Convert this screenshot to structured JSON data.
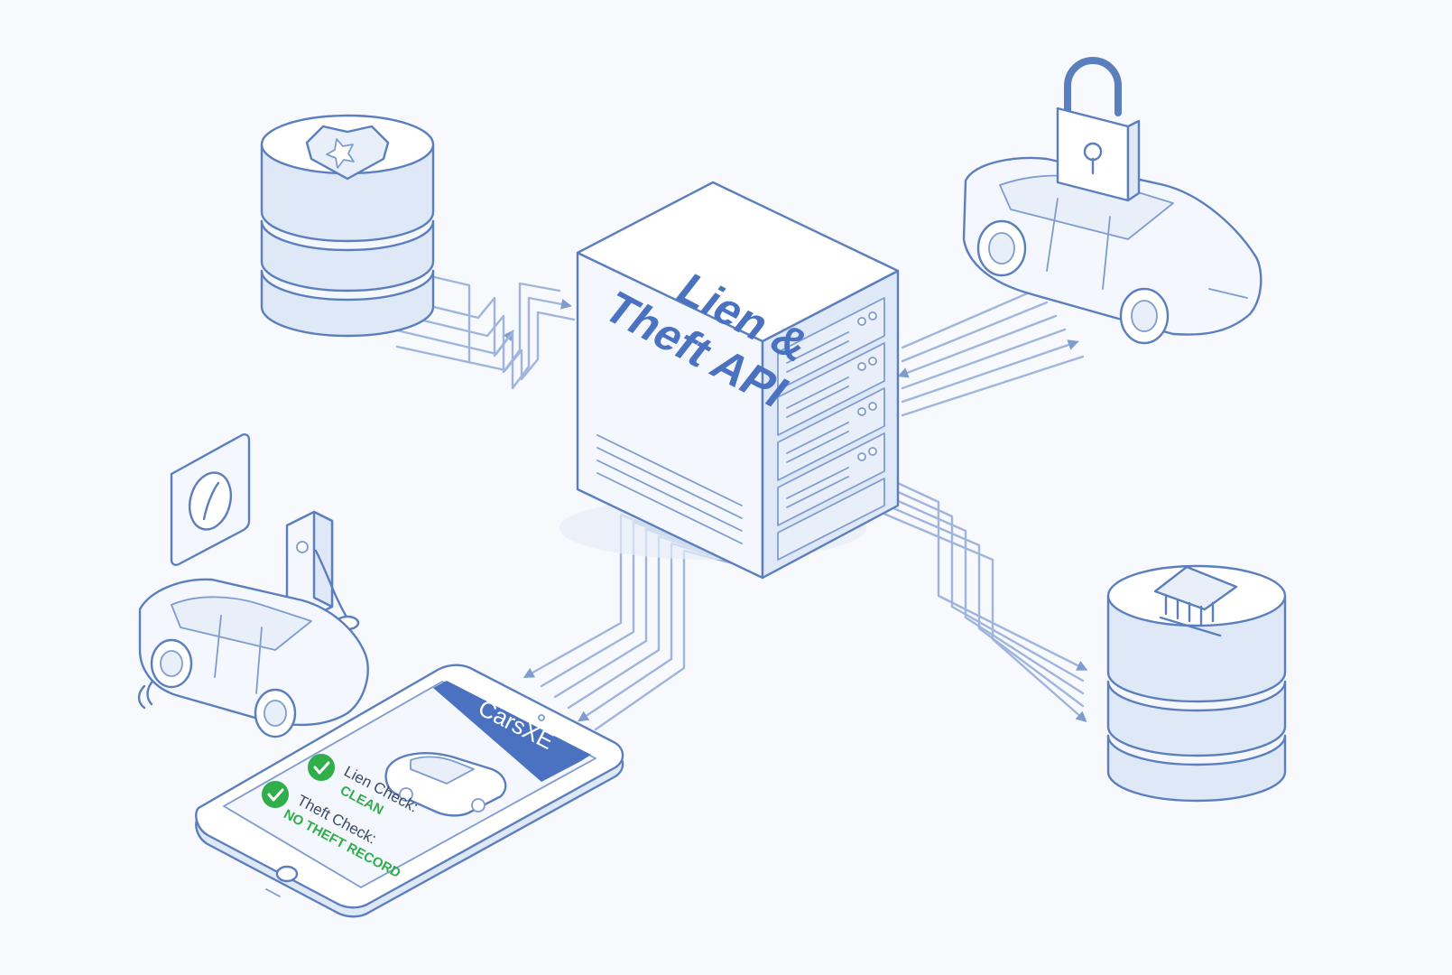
{
  "server": {
    "label_line1": "Lien &",
    "label_line2": "Theft API"
  },
  "tablet": {
    "brand": "CarsXE",
    "checks": [
      {
        "label": "Lien Check:",
        "value": "CLEAN"
      },
      {
        "label": "Theft Check:",
        "value": "NO THEFT RECORD"
      }
    ]
  },
  "colors": {
    "line": "#5b7fbe",
    "flow": "#9fb5de",
    "accent": "#4a72c0",
    "success": "#2fae4a",
    "background": "#f7f9fc"
  },
  "icons": [
    "police-badge-icon",
    "padlock-icon",
    "bank-icon",
    "car-icon",
    "ev-charger-icon",
    "wall-sensor-icon",
    "checkmark-icon"
  ]
}
